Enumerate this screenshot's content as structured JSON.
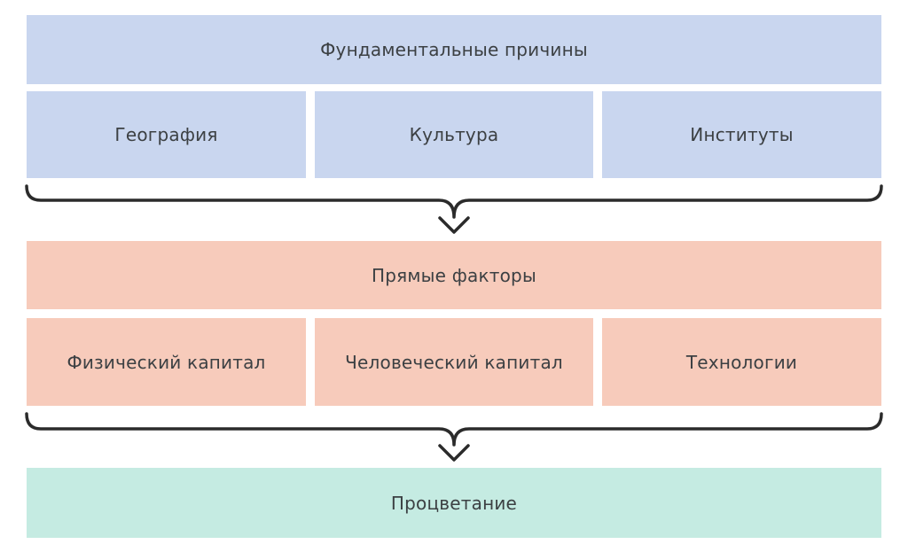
{
  "fundamental": {
    "title": "Фундаментальные причины",
    "items": [
      "География",
      "Культура",
      "Институты"
    ]
  },
  "proximate": {
    "title": "Прямые факторы",
    "items": [
      "Физический капитал",
      "Человеческий капитал",
      "Технологии"
    ]
  },
  "outcome": {
    "title": "Процветание"
  },
  "colors": {
    "fundamental": "#c9d6ef",
    "proximate": "#f7cbbb",
    "outcome": "#c5ebe2",
    "connector": "#2b2b2b"
  }
}
